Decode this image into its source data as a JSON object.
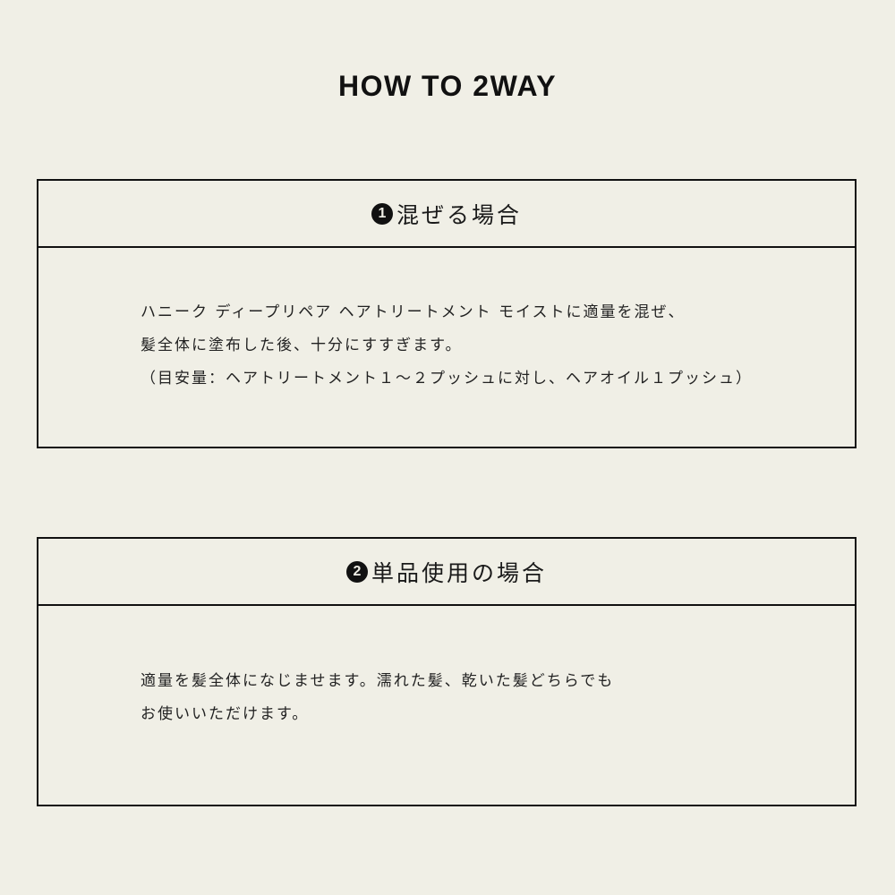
{
  "page": {
    "title": "HOW TO 2WAY",
    "background_color": "#f0efe6",
    "border_color": "#111111"
  },
  "sections": [
    {
      "number": "1",
      "heading": "混ぜる場合",
      "lines": [
        "ハニーク ディープリペア ヘアトリートメント モイストに適量を混ぜ、",
        "髪全体に塗布した後、十分にすすぎます。",
        "（目安量：ヘアトリートメント１〜２プッシュに対し、ヘアオイル１プッシュ）"
      ]
    },
    {
      "number": "2",
      "heading": "単品使用の場合",
      "lines": [
        "適量を髪全体になじませます。濡れた髪、乾いた髪どちらでも",
        "お使いいただけます。"
      ]
    }
  ]
}
